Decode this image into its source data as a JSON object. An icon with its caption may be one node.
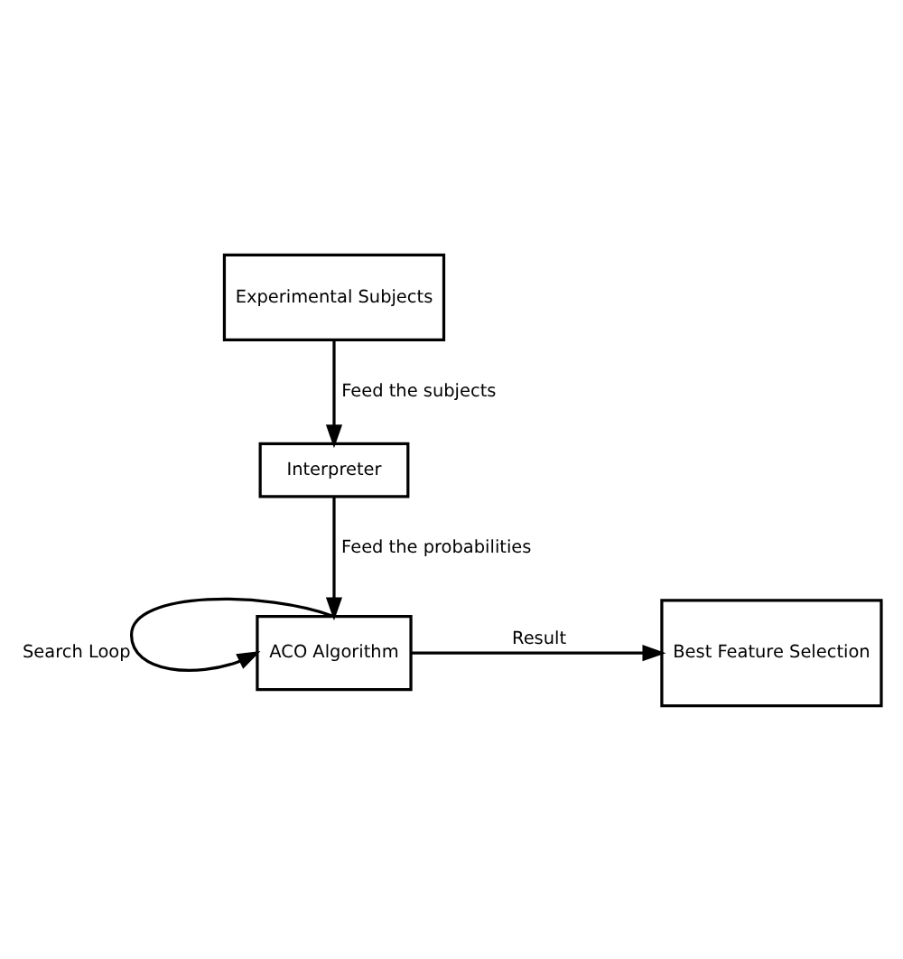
{
  "diagram": {
    "nodes": [
      {
        "text": [
          "Experimental Subjects"
        ]
      },
      {
        "text": [
          "Interpreter"
        ]
      },
      {
        "text": [
          "ACO Algorithm"
        ]
      },
      {
        "text": [
          "Best Feature Selection"
        ]
      }
    ],
    "edges": [
      {
        "from": 0,
        "to": 1,
        "arrow": "to",
        "label": "Feed the subjects"
      },
      {
        "from": 1,
        "to": 2,
        "arrow": "to",
        "label": "Feed the probabilities"
      },
      {
        "from": 2,
        "to": 2,
        "arrow": "to",
        "label": "Search Loop"
      },
      {
        "from": 2,
        "to": 3,
        "arrow": "to",
        "label": "Result"
      }
    ]
  }
}
